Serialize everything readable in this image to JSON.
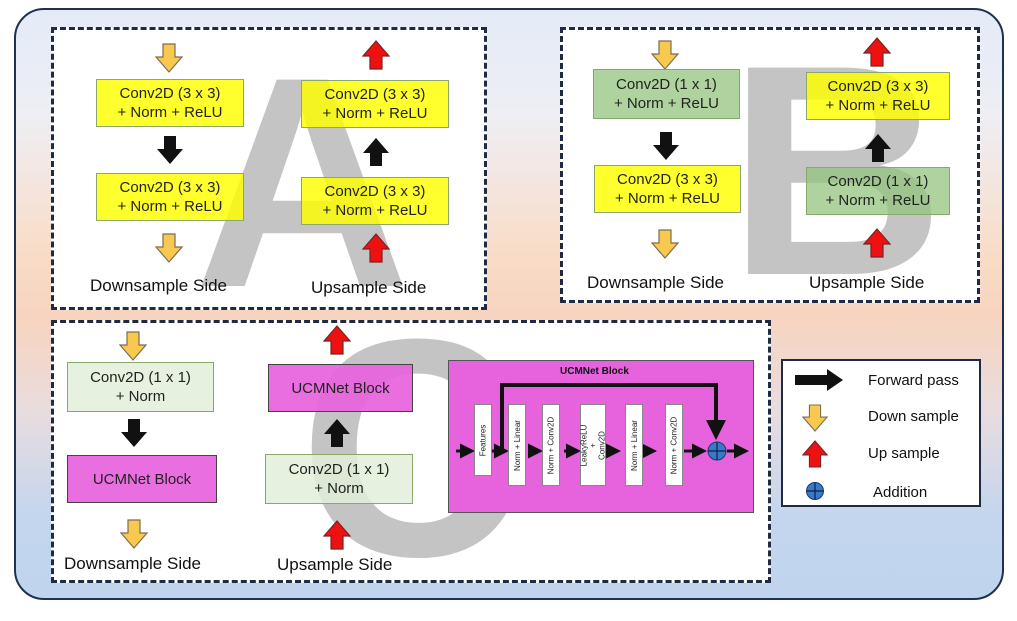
{
  "panel_a": {
    "letter": "A",
    "down_box1": "Conv2D (3 x 3)\n+ Norm + ReLU",
    "down_box2": "Conv2D (3 x 3)\n+ Norm + ReLU",
    "up_box1": "Conv2D (3 x 3)\n+ Norm + ReLU",
    "up_box2": "Conv2D (3 x 3)\n+ Norm + ReLU",
    "down_label": "Downsample Side",
    "up_label": "Upsample Side"
  },
  "panel_b": {
    "letter": "B",
    "down_box1": "Conv2D (1 x 1)\n+ Norm + ReLU",
    "down_box2": "Conv2D (3 x 3)\n+ Norm + ReLU",
    "up_box1": "Conv2D (3 x 3)\n+ Norm + ReLU",
    "up_box2": "Conv2D (1 x 1)\n+ Norm + ReLU",
    "down_label": "Downsample Side",
    "up_label": "Upsample Side"
  },
  "panel_c": {
    "letter": "C",
    "down_box1": "Conv2D (1 x 1)\n+ Norm",
    "down_box2": "UCMNet Block",
    "up_box1": "UCMNet Block",
    "up_box2": "Conv2D (1 x 1)\n+ Norm",
    "down_label": "Downsample Side",
    "up_label": "Upsample Side",
    "block": {
      "title": "UCMNet Block",
      "stages": [
        "Features",
        "Norm + Linear",
        "Norm + Conv2D",
        "LeakyReLU +\nConv2D",
        "Norm + Linear",
        "Norm + Conv2D"
      ]
    }
  },
  "legend": {
    "forward": "Forward pass",
    "down": "Down sample",
    "up": "Up sample",
    "addition": "Addition"
  },
  "colors": {
    "down_arrow": "#f9c84f",
    "up_arrow": "#ee1111",
    "forward_arrow": "#111111",
    "addition": "#3a78c9",
    "magenta": "#e763dd",
    "yellow": "#ffff00",
    "green": "#93c47d"
  }
}
